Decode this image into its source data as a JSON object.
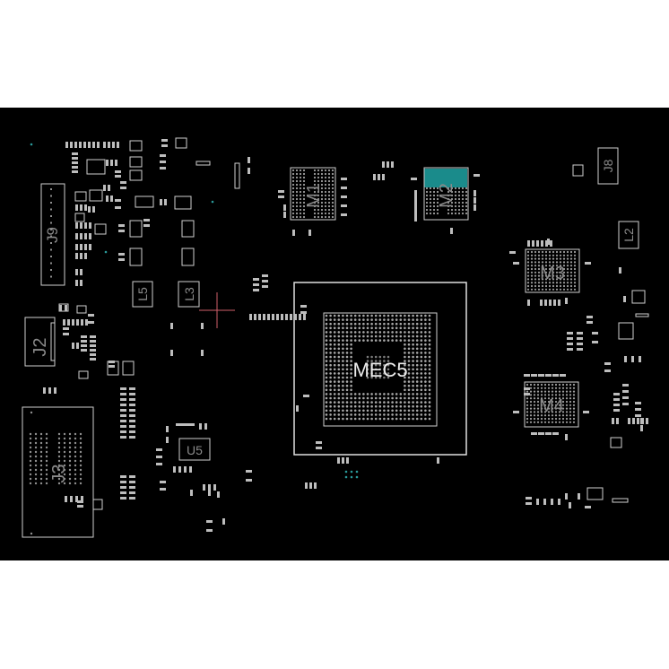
{
  "colors": {
    "board": "#000000",
    "page": "#ffffff",
    "outline": "#cfcfcf",
    "pad": "#bdbdbd",
    "label": "#8a8a8a",
    "highlight": "#1fa3a3",
    "marker": "#d0606a",
    "via": "#2a9a9a"
  },
  "components": {
    "mec5": "MEC5",
    "m1": "M1",
    "m2": "M2",
    "m3": "M3",
    "m4": "M4",
    "j2": "J2",
    "j3": "J3",
    "j8": "J8",
    "j9": "J9",
    "l2": "L2",
    "l3": "L3",
    "l5": "L5",
    "u5": "U5"
  }
}
